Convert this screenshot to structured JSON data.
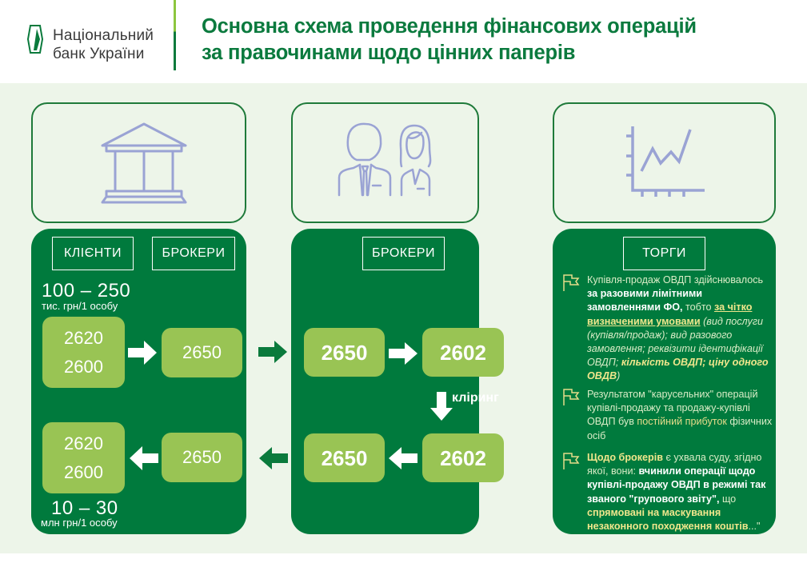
{
  "header": {
    "logo_icon": "nbu-hexagon-logo",
    "logo_line1": "Національний",
    "logo_line2": "банк України",
    "title_line1": "Основна схема проведення фінансових операцій",
    "title_line2": "за правочинами щодо цінних паперів"
  },
  "colors": {
    "brand_green": "#007a3d",
    "light_green": "#99c454",
    "background": "#edf5e9",
    "icon_lilac": "#9aa3d4",
    "highlight_yellow": "#f0e68c"
  },
  "top_cards": [
    {
      "icon": "bank-building-icon"
    },
    {
      "icon": "people-icon"
    },
    {
      "icon": "line-chart-icon"
    }
  ],
  "left_panel": {
    "tag_clients": "КЛІЄНТИ",
    "tag_brokers": "БРОКЕРИ",
    "top_range": "100 – 250",
    "top_range_unit": "тис. грн/1 особу",
    "top_client_accounts": [
      "2620",
      "2600"
    ],
    "top_broker_account": "2650",
    "bottom_client_accounts": [
      "2620",
      "2600"
    ],
    "bottom_broker_account": "2650",
    "bottom_range": "10 – 30",
    "bottom_range_unit": "млн грн/1 особу"
  },
  "middle_panel": {
    "tag_brokers": "БРОКЕРИ",
    "top_left_account": "2650",
    "top_right_account": "2602",
    "clearing_label": "кліринг",
    "bottom_right_account": "2602",
    "bottom_left_account": "2650"
  },
  "right_panel": {
    "tag_trading": "ТОРГИ",
    "items": [
      {
        "icon": "flag-icon",
        "t1": "Купівля-продаж ОВДП здійснювалось ",
        "t2": "за разовими лімітними замовленнями ФО,",
        "t3": " тобто ",
        "t4": "за чітко визначеними умовами",
        "t5": " (вид послуги (купівля/продаж); вид разового замовлення; реквізити ідентифікації ОВДП; ",
        "t6": "кількість ОВДП; ціну одного ОВДВ",
        "t7": ")"
      },
      {
        "icon": "flag-icon",
        "t1": "Результатом \"карусельних\" операцій купівлі-продажу та продажу-купівлі ОВДП був ",
        "t2": "постійний прибуток",
        "t3": " фізичних осіб"
      },
      {
        "icon": "flag-icon",
        "t1": "Щодо брокерів",
        "t2": " є ухвала суду, згідно якої, вони: ",
        "t3": "вчинили операції щодо купівлі-продажу ОВДП в режимі так званого \"групового звіту\",",
        "t4": " що ",
        "t5": "спрямовані на маскування незаконного походження коштів",
        "t6": "...\""
      }
    ]
  }
}
